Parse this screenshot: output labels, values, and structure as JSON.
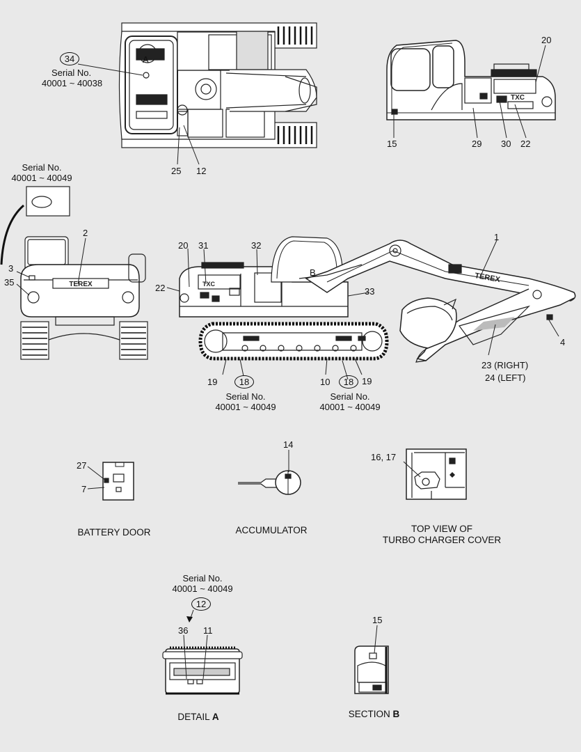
{
  "serial_a": "Serial No.",
  "serial_range_a": "40001 ~ 40038",
  "serial_b": "Serial No.",
  "serial_range_b": "40001 ~ 40049",
  "serial_c": "Serial No.",
  "serial_range_c": "40001 ~ 40049",
  "serial_d": "Serial No.",
  "serial_range_d": "40001 ~ 40049",
  "serial_e": "Serial No.",
  "serial_range_e": "40001 ~ 40049",
  "callouts": {
    "c1": "1",
    "c2": "2",
    "c3": "3",
    "c4": "4",
    "c7": "7",
    "c10": "10",
    "c11": "11",
    "c12a": "12",
    "c12b": "12",
    "c14": "14",
    "c15a": "15",
    "c15b": "15",
    "c1617": "16, 17",
    "c18a": "18",
    "c18b": "18",
    "c19a": "19",
    "c19b": "19",
    "c20a": "20",
    "c20b": "20",
    "c22a": "22",
    "c22b": "22",
    "c23": "23  (RIGHT)",
    "c24": "24  (LEFT)",
    "c25": "25",
    "c27": "27",
    "c29": "29",
    "c30": "30",
    "c31": "31",
    "c32": "32",
    "c33": "33",
    "c34": "34",
    "c35": "35",
    "c36": "36",
    "detA": "A",
    "detB": "B"
  },
  "brand": "TEREX",
  "captions": {
    "battery": "BATTERY DOOR",
    "accumulator": "ACCUMULATOR",
    "turbo_line1": "TOP VIEW OF",
    "turbo_line2": "TURBO CHARGER COVER",
    "detail_word": "DETAIL",
    "detail_letter": "A",
    "section_word": "SECTION",
    "section_letter": "B"
  }
}
